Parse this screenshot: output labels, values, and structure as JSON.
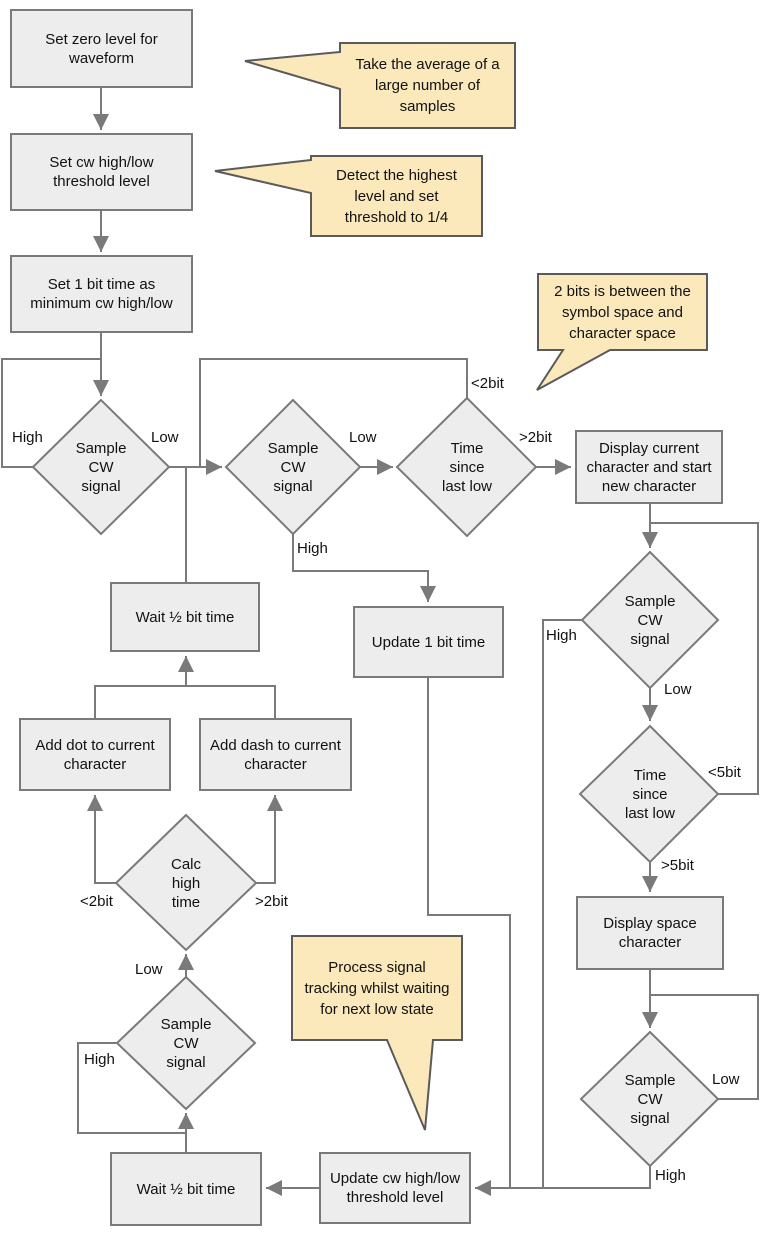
{
  "flowchart": {
    "colors": {
      "node_fill": "#ededed",
      "node_border": "#7a7a7a",
      "connector": "#7a7a7a",
      "callout_fill": "#fbe9bb",
      "callout_border": "#5a5a5a",
      "text": "#111111",
      "background": "#ffffff"
    },
    "process_nodes": {
      "set_zero": "Set zero level for\nwaveform",
      "set_threshold": "Set cw high/low\nthreshold level",
      "set_bit_time": "Set 1 bit time as\nminimum cw high/low",
      "wait_half_bit_top": "Wait ½ bit time",
      "update_bit_time": "Update 1 bit time",
      "add_dot": "Add dot to current\ncharacter",
      "add_dash": "Add dash to current\ncharacter",
      "display_current": "Display current\ncharacter and start\nnew character",
      "display_space": "Display space\ncharacter",
      "wait_half_bit_bottom": "Wait ½ bit time",
      "update_threshold": "Update cw high/low\nthreshold level"
    },
    "decision_nodes": {
      "sample_1": "Sample\nCW\nsignal",
      "sample_2": "Sample\nCW\nsignal",
      "time_since_low_1": "Time\nsince\nlast low",
      "sample_3": "Sample\nCW\nsignal",
      "time_since_low_2": "Time\nsince\nlast low",
      "calc_high_time": "Calc\nhigh\ntime",
      "sample_4": "Sample\nCW\nsignal",
      "sample_5": "Sample\nCW\nsignal"
    },
    "callouts": {
      "average": "Take the average of a\nlarge number of\nsamples",
      "detect": "Detect the highest\nlevel and set\nthreshold to 1/4",
      "two_bits": "2 bits is between the\nsymbol space and\ncharacter space",
      "process_tracking": "Process signal\ntracking whilst waiting\nfor next low state"
    },
    "edge_labels": {
      "sample1_high": "High",
      "sample1_low": "Low",
      "sample2_low": "Low",
      "sample2_high": "High",
      "time1_lt2bit": "<2bit",
      "time1_gt2bit": ">2bit",
      "sample3_high": "High",
      "sample3_low": "Low",
      "time2_lt5bit": "<5bit",
      "time2_gt5bit": ">5bit",
      "sample5_low": "Low",
      "sample5_high": "High",
      "calc_lt2bit": "<2bit",
      "calc_gt2bit": ">2bit",
      "sample4_low": "Low",
      "sample4_high": "High"
    }
  }
}
